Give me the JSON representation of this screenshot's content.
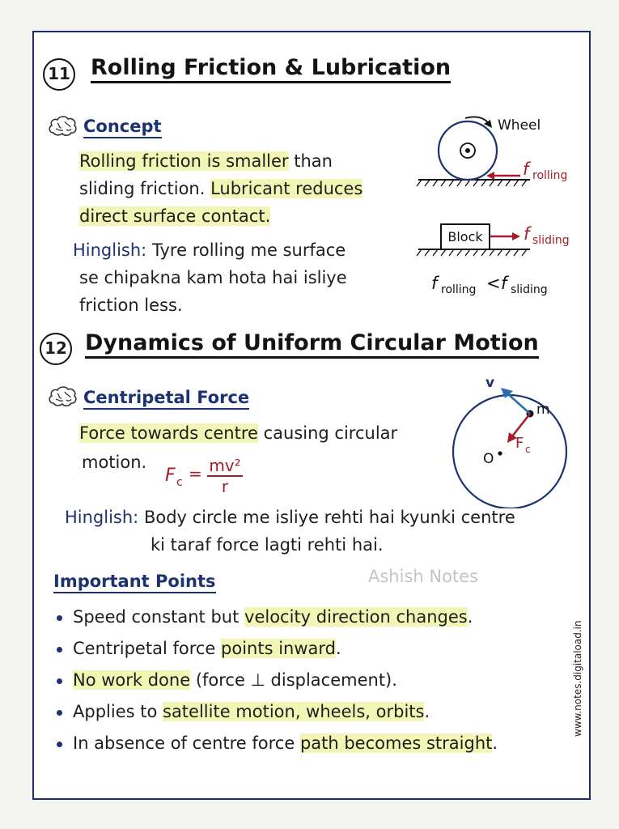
{
  "section11": {
    "number": "11",
    "title": "Rolling Friction & Lubrication",
    "subheading": "Concept",
    "concept_line1_hl": "Rolling friction is smaller",
    "concept_line1_rest": " than",
    "concept_line2_start": "sliding friction. ",
    "concept_line2_hl": "Lubricant reduces",
    "concept_line3_hl": "direct surface contact.",
    "hinglish_label": "Hinglish:",
    "hinglish_line1": " Tyre rolling me surface",
    "hinglish_line2": "se chipakna kam hota hai isliye",
    "hinglish_line3": "friction less.",
    "diagram": {
      "wheel_label": "Wheel",
      "f_rolling": "f",
      "f_rolling_sub": "rolling",
      "block_label": "Block",
      "f_sliding": "f",
      "f_sliding_sub": "sliding",
      "compare_f1": "f",
      "compare_sub1": "rolling",
      "compare_op": "<",
      "compare_f2": "f",
      "compare_sub2": "sliding"
    }
  },
  "section12": {
    "number": "12",
    "title": "Dynamics of Uniform Circular Motion",
    "subheading": "Centripetal Force",
    "line1_hl": "Force towards centre",
    "line1_rest": " causing circular",
    "line2": "motion.",
    "formula_lhs": "F",
    "formula_lhs_sub": "c",
    "formula_eq": "=",
    "formula_num": "mv²",
    "formula_den": "r",
    "hinglish_label": "Hinglish:",
    "hinglish_line1": " Body circle me isliye rehti hai kyunki centre",
    "hinglish_line2": "ki taraf force lagti rehti hai.",
    "diagram": {
      "v_label": "v",
      "m_label": "m",
      "o_label": "O",
      "fc_label": "F",
      "fc_sub": "c"
    }
  },
  "important": {
    "heading": "Important Points",
    "points": [
      {
        "plain": "Speed constant but ",
        "hl": "velocity direction changes",
        "after": "."
      },
      {
        "plain": "Centripetal force ",
        "hl": "points inward",
        "after": "."
      },
      {
        "plain": "",
        "hl": "No work done",
        "after": " (force ⊥ displacement)."
      },
      {
        "plain": "Applies to ",
        "hl": "satellite motion, wheels, orbits",
        "after": "."
      },
      {
        "plain": "In absence of centre force ",
        "hl": "path becomes straight",
        "after": "."
      }
    ]
  },
  "watermark": "Ashish Notes",
  "site_url": "www.notes.digitaload.in",
  "colors": {
    "navy": "#1d3270",
    "highlight": "#f2f6b4",
    "red": "#a61c2b",
    "blue_arrow": "#2b6cb0"
  }
}
